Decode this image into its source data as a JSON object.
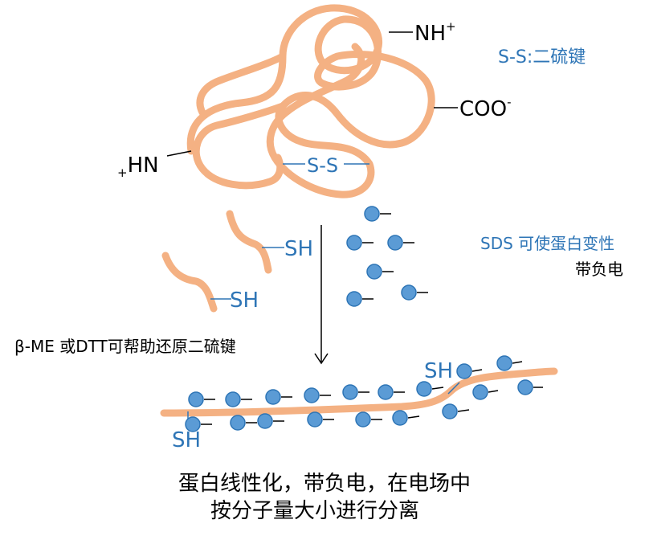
{
  "labels": {
    "nh": "NH",
    "nh_sup": "+",
    "coo": "COO",
    "coo_sup": "-",
    "hn": "HN",
    "hn_sup": "+",
    "ss_bond": "S-S",
    "ss_legend": "S-S:二硫键",
    "sh_upper": "SH",
    "sh_lower": "SH",
    "reducer_note": "β-ME 或DTT可帮助还原二硫键",
    "sds_note_line1": "SDS 可使蛋白变性",
    "sds_note_line2": "带负电",
    "sh_chain_right": "SH",
    "sh_chain_left": "SH",
    "conclusion_line1": "蛋白线性化，带负电，在电场中",
    "conclusion_line2": "按分子量大小进行分离"
  },
  "colors": {
    "protein_chain": "#f4b183",
    "sds_molecule_fill": "#5b9bd5",
    "sds_molecule_stroke": "#2e75b6",
    "blue_text": "#2e75b6",
    "black_text": "#000000"
  }
}
